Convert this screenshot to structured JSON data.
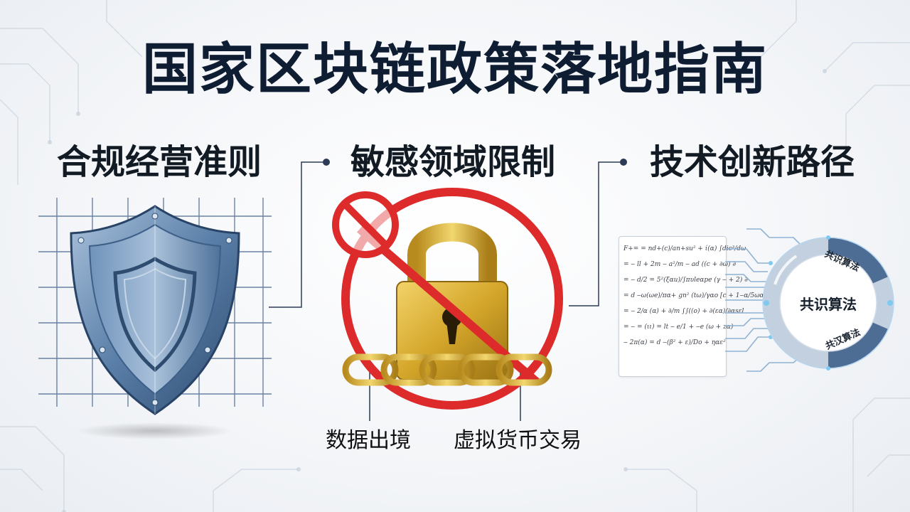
{
  "title": "国家区块链政策落地指南",
  "sections": {
    "compliance": {
      "heading": "合规经营准则",
      "icon": "shield-icon"
    },
    "restrictions": {
      "heading": "敏感领域限制",
      "icon": "padlock-icon",
      "prohibition_icon": "prohibited-icon",
      "labels": [
        "数据出境",
        "虚拟货币交易"
      ]
    },
    "innovation": {
      "heading": "技术创新路径",
      "formula_lines": [
        "F+= = nd+(c)/an+su² + ί(α) ∫dic³/dω",
        "= ‒ ll + 2m ‒ a²/m ‒ ad ((c + ∂ω) ∂",
        "= ‒ d/2 = 5²(ξαu)/∫πυleαpe (γ ‒ + 2) ∂",
        "= d ‒ω(ωe)/πα+ gn² (tω)/γαo [c + 1‒α/5ωα]",
        "= ‒ 2/α (α) + ∂/m ∫∫((o) + ∂(εα)/∂αsεl",
        "= ‒ = (ιι) = lt ‒ e/1 + ‒e (ω + zα)",
        "‒ 2π(α) = d ‒(β² + ε)/Do + ηαε²"
      ],
      "consensus_center": "共识算法",
      "ring_labels": [
        "共识算法",
        "共汉算法"
      ],
      "ring_colors": {
        "dark": "#4d6d95",
        "light": "#c3d0df",
        "glow": "#7fc8f0"
      }
    }
  },
  "colors": {
    "prohibition_red": "#dd2a2a",
    "gold": "#d4a62a",
    "shield_blue": "#5a7fa8",
    "title_navy": "#0f1d33",
    "connector": "#2b3a55"
  }
}
